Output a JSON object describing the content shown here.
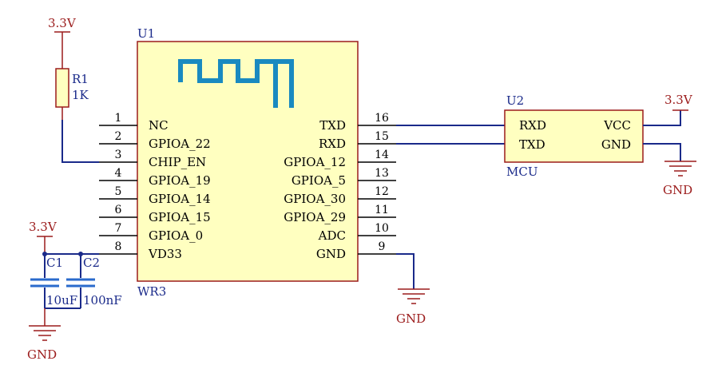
{
  "u1": {
    "ref": "U1",
    "name": "WR3",
    "left_pins": [
      {
        "num": "1",
        "label": "NC"
      },
      {
        "num": "2",
        "label": "GPIOA_22"
      },
      {
        "num": "3",
        "label": "CHIP_EN"
      },
      {
        "num": "4",
        "label": "GPIOA_19"
      },
      {
        "num": "5",
        "label": "GPIOA_14"
      },
      {
        "num": "6",
        "label": "GPIOA_15"
      },
      {
        "num": "7",
        "label": "GPIOA_0"
      },
      {
        "num": "8",
        "label": "VD33"
      }
    ],
    "right_pins": [
      {
        "num": "16",
        "label": "TXD"
      },
      {
        "num": "15",
        "label": "RXD"
      },
      {
        "num": "14",
        "label": "GPIOA_12"
      },
      {
        "num": "13",
        "label": "GPIOA_5"
      },
      {
        "num": "12",
        "label": "GPIOA_30"
      },
      {
        "num": "11",
        "label": "GPIOA_29"
      },
      {
        "num": "10",
        "label": "ADC"
      },
      {
        "num": "9",
        "label": "GND"
      }
    ]
  },
  "u2": {
    "ref": "U2",
    "name": "MCU",
    "left_labels": [
      "RXD",
      "TXD"
    ],
    "right_labels": [
      "VCC",
      "GND"
    ]
  },
  "r1": {
    "ref": "R1",
    "value": "1K"
  },
  "c1": {
    "ref": "C1",
    "value": "10uF"
  },
  "c2": {
    "ref": "C2",
    "value": "100nF"
  },
  "power": {
    "vcc_r1": "3.3V",
    "vcc_caps": "3.3V",
    "vcc_u2": "3.3V",
    "gnd_caps": "GND",
    "gnd_u1": "GND",
    "gnd_u2": "GND"
  },
  "colors": {
    "body_fill": "#ffffc0",
    "body_stroke": "#9b1b1b",
    "wire": "#1a2a8a",
    "pin": "#000000",
    "power": "#9b1b1b",
    "antenna": "#1a8ac0",
    "cap": "#2a6acc"
  }
}
